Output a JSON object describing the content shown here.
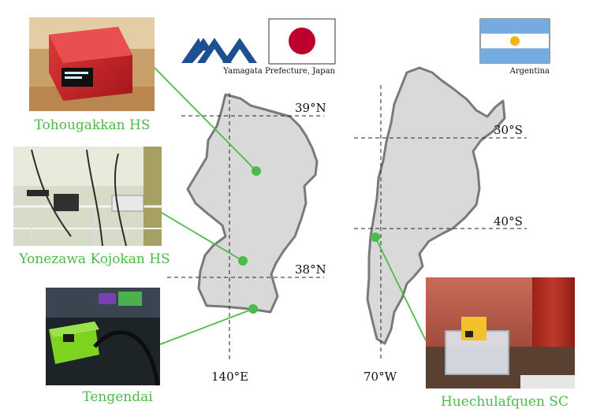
{
  "japan": {
    "flag_caption": "Yamagata Prefecture, Japan",
    "lat_north": "39°N",
    "lat_south": "38°N",
    "lon": "140°E"
  },
  "argentina": {
    "flag_caption": "Argentina",
    "lat_north": "30°S",
    "lat_south": "40°S",
    "lon": "70°W"
  },
  "sites": [
    {
      "name": "Tohougakkan HS"
    },
    {
      "name": "Yonezawa Kojokan HS"
    },
    {
      "name": "Tengendai"
    },
    {
      "name": "Huechulafquen SC"
    }
  ],
  "colors": {
    "marker": "#4cbb47",
    "land_fill": "#d9d9d9",
    "land_stroke": "#7a7a7a",
    "jp_flag_disc": "#bc002d",
    "ar_flag_blue": "#74acdf",
    "ar_flag_sun": "#f6b40e",
    "logo_blue": "#1d4f91"
  }
}
